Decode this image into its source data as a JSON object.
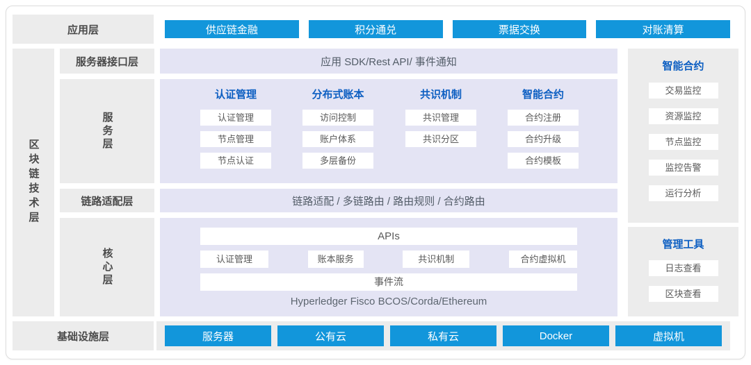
{
  "header_row": {
    "label": "应用层",
    "apps": [
      "供应链金融",
      "积分通兑",
      "票据交换",
      "对账清算"
    ]
  },
  "left_bar": {
    "label": "区块链技术层"
  },
  "layer_labels": {
    "interface": "服务器接口层",
    "service": "服务层",
    "adapter": "链路适配层",
    "core": "核心层"
  },
  "interface_row": {
    "text": "应用 SDK/Rest API/ 事件通知"
  },
  "service_layer": {
    "columns": [
      {
        "title": "认证管理",
        "items": [
          "认证管理",
          "节点管理",
          "节点认证"
        ]
      },
      {
        "title": "分布式账本",
        "items": [
          "访问控制",
          "账户体系",
          "多层备份"
        ]
      },
      {
        "title": "共识机制",
        "items": [
          "共识管理",
          "共识分区"
        ]
      },
      {
        "title": "智能合约",
        "items": [
          "合约注册",
          "合约升级",
          "合约模板"
        ]
      }
    ]
  },
  "adapter_row": {
    "text": "链路适配 / 多链路由 / 路由规则 / 合约路由"
  },
  "core_layer": {
    "apis_bar": "APIs",
    "modules": [
      "认证管理",
      "账本服务",
      "共识机制",
      "合约虚拟机"
    ],
    "event_bar": "事件流",
    "platforms": "Hyperledger Fisco BCOS/Corda/Ethereum"
  },
  "monitor_panel": {
    "title": "智能合约",
    "items": [
      "交易监控",
      "资源监控",
      "节点监控",
      "监控告警",
      "运行分析"
    ]
  },
  "tools_panel": {
    "title": "管理工具",
    "items": [
      "日志查看",
      "区块查看"
    ]
  },
  "infra_row": {
    "label": "基础设施层",
    "items": [
      "服务器",
      "公有云",
      "私有云",
      "Docker",
      "虚拟机"
    ]
  },
  "colors": {
    "accent_blue": "#1296db",
    "title_blue": "#0d5fc2",
    "lavender": "#e4e4f4",
    "panel_gray": "#ececec"
  }
}
